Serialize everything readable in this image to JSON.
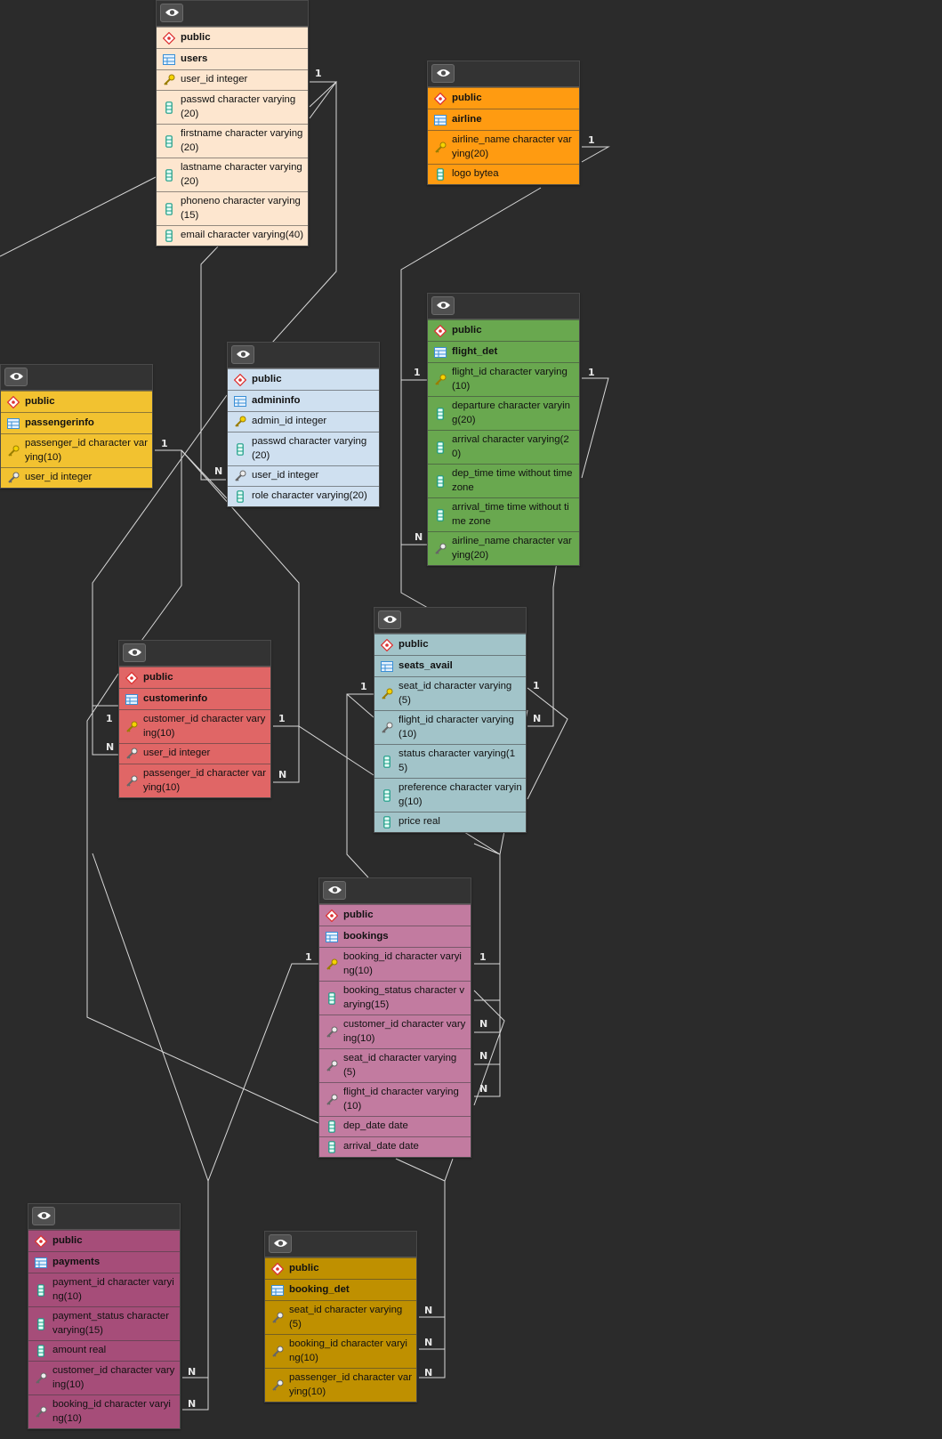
{
  "colors": {
    "background": "#2b2b2b",
    "line": "#d8d8d8",
    "users": "#fde6cf",
    "airline": "#ff9b11",
    "flight_det": "#69a84f",
    "admininfo": "#cfe0f0",
    "passengerinfo": "#f2c230",
    "customerinfo": "#e06666",
    "seats_avail": "#a2c4c9",
    "bookings": "#c27ba0",
    "payments": "#a64d79",
    "booking_det": "#bf9000"
  },
  "tables": [
    {
      "id": "users",
      "schema": "public",
      "name": "users",
      "color": "#fde6cf",
      "columns": [
        {
          "text": "user_id integer",
          "icon": "pk-key-icon"
        },
        {
          "text": "passwd character varying(20)",
          "icon": "column-icon"
        },
        {
          "text": "firstname character varying (20)",
          "icon": "column-icon"
        },
        {
          "text": "lastname character varying (20)",
          "icon": "column-icon"
        },
        {
          "text": "phoneno character varying (15)",
          "icon": "column-icon"
        },
        {
          "text": "email character varying(40)",
          "icon": "column-icon"
        }
      ]
    },
    {
      "id": "airline",
      "schema": "public",
      "name": "airline",
      "color": "#ff9b11",
      "columns": [
        {
          "text": "airline_name character varying(20)",
          "icon": "pk-key-icon"
        },
        {
          "text": "logo bytea",
          "icon": "column-icon"
        }
      ]
    },
    {
      "id": "flight_det",
      "schema": "public",
      "name": "flight_det",
      "color": "#69a84f",
      "columns": [
        {
          "text": "flight_id character varying (10)",
          "icon": "pk-key-icon"
        },
        {
          "text": "departure character varying(20)",
          "icon": "column-icon"
        },
        {
          "text": "arrival character varying(20)",
          "icon": "column-icon"
        },
        {
          "text": "dep_time time without time zone",
          "icon": "column-icon"
        },
        {
          "text": "arrival_time time without time zone",
          "icon": "column-icon"
        },
        {
          "text": "airline_name character varying(20)",
          "icon": "fk-key-icon"
        }
      ]
    },
    {
      "id": "admininfo",
      "schema": "public",
      "name": "admininfo",
      "color": "#cfe0f0",
      "columns": [
        {
          "text": "admin_id integer",
          "icon": "pk-key-icon"
        },
        {
          "text": "passwd character varying(20)",
          "icon": "column-icon"
        },
        {
          "text": "user_id integer",
          "icon": "fk-key-icon"
        },
        {
          "text": "role character varying(20)",
          "icon": "column-icon"
        }
      ]
    },
    {
      "id": "passengerinfo",
      "schema": "public",
      "name": "passengerinfo",
      "color": "#f2c230",
      "columns": [
        {
          "text": "passenger_id character varying(10)",
          "icon": "pk-key-icon"
        },
        {
          "text": "user_id integer",
          "icon": "fk-key-icon"
        }
      ]
    },
    {
      "id": "customerinfo",
      "schema": "public",
      "name": "customerinfo",
      "color": "#e06666",
      "columns": [
        {
          "text": "customer_id character varying(10)",
          "icon": "pk-key-icon"
        },
        {
          "text": "user_id integer",
          "icon": "fk-key-icon"
        },
        {
          "text": "passenger_id character varying(10)",
          "icon": "fk-key-icon"
        }
      ]
    },
    {
      "id": "seats_avail",
      "schema": "public",
      "name": "seats_avail",
      "color": "#a2c4c9",
      "columns": [
        {
          "text": "seat_id character varying (5)",
          "icon": "pk-key-icon"
        },
        {
          "text": "flight_id character varying (10)",
          "icon": "fk-key-icon"
        },
        {
          "text": "status character varying(15)",
          "icon": "column-icon"
        },
        {
          "text": "preference character varying(10)",
          "icon": "column-icon"
        },
        {
          "text": "price real",
          "icon": "column-icon"
        }
      ]
    },
    {
      "id": "bookings",
      "schema": "public",
      "name": "bookings",
      "color": "#c27ba0",
      "columns": [
        {
          "text": "booking_id character varying(10)",
          "icon": "pk-key-icon"
        },
        {
          "text": "booking_status character varying(15)",
          "icon": "column-icon"
        },
        {
          "text": "customer_id character varying(10)",
          "icon": "fk-key-icon"
        },
        {
          "text": "seat_id character varying (5)",
          "icon": "fk-key-icon"
        },
        {
          "text": "flight_id character varying (10)",
          "icon": "fk-key-icon"
        },
        {
          "text": "dep_date date",
          "icon": "column-icon"
        },
        {
          "text": "arrival_date date",
          "icon": "column-icon"
        }
      ]
    },
    {
      "id": "payments",
      "schema": "public",
      "name": "payments",
      "color": "#a64d79",
      "columns": [
        {
          "text": "payment_id character varying(10)",
          "icon": "column-icon"
        },
        {
          "text": "payment_status character varying(15)",
          "icon": "column-icon"
        },
        {
          "text": "amount real",
          "icon": "column-icon"
        },
        {
          "text": "customer_id character varying(10)",
          "icon": "fk-key-icon"
        },
        {
          "text": "booking_id character varying(10)",
          "icon": "fk-key-icon"
        }
      ]
    },
    {
      "id": "booking_det",
      "schema": "public",
      "name": "booking_det",
      "color": "#bf9000",
      "columns": [
        {
          "text": "seat_id character varying (5)",
          "icon": "fk-key-icon"
        },
        {
          "text": "booking_id character varying(10)",
          "icon": "fk-key-icon"
        },
        {
          "text": "passenger_id character varying(10)",
          "icon": "fk-key-icon"
        }
      ]
    }
  ],
  "cardinality_labels": [
    "1",
    "1",
    "1",
    "N",
    "1",
    "1",
    "1",
    "N",
    "1",
    "1",
    "N",
    "N",
    "1",
    "N",
    "1",
    "1",
    "N",
    "N",
    "N",
    "N",
    "N",
    "N",
    "N",
    "N"
  ]
}
